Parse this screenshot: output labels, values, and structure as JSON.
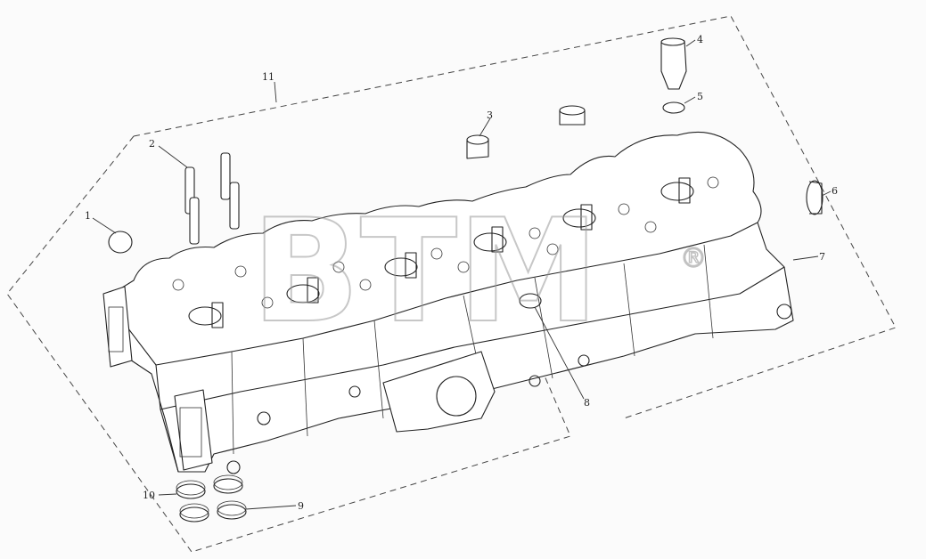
{
  "diagram": {
    "callouts": [
      {
        "id": "c1",
        "label": "1"
      },
      {
        "id": "c2",
        "label": "2"
      },
      {
        "id": "c3",
        "label": "3"
      },
      {
        "id": "c4",
        "label": "4"
      },
      {
        "id": "c5",
        "label": "5"
      },
      {
        "id": "c6",
        "label": "6"
      },
      {
        "id": "c7",
        "label": "7"
      },
      {
        "id": "c8",
        "label": "8"
      },
      {
        "id": "c9",
        "label": "9"
      },
      {
        "id": "c10",
        "label": "10"
      },
      {
        "id": "c11",
        "label": "11"
      }
    ],
    "watermark": {
      "text": "BTM",
      "mark": "®"
    }
  }
}
